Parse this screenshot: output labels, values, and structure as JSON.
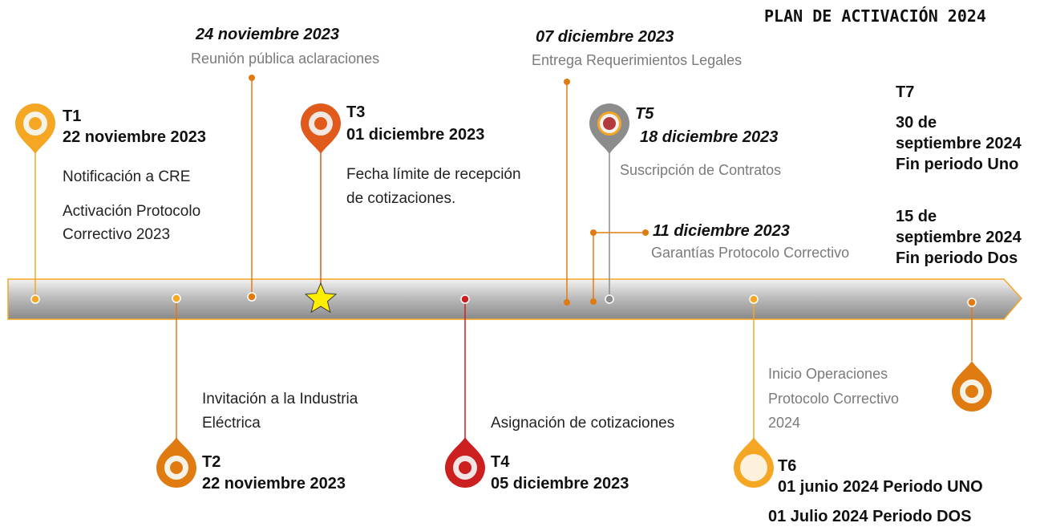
{
  "title": "PLAN DE ACTIVACIÓN 2024",
  "milestones": {
    "t1": {
      "code": "T1",
      "date": "22 noviembre 2023",
      "desc1": "Notificación a CRE",
      "desc2": "Activación Protocolo",
      "desc3": "Correctivo 2023"
    },
    "t2": {
      "code": "T2",
      "date": "22 noviembre 2023",
      "desc1": "Invitación a la Industria",
      "desc2": "Eléctrica"
    },
    "t3": {
      "code": "T3",
      "date": "01 diciembre 2023",
      "desc1": "Fecha límite de recepción",
      "desc2": "de cotizaciones."
    },
    "t4": {
      "code": "T4",
      "date": "05 diciembre 2023",
      "desc1": "Asignación de cotizaciones"
    },
    "t5": {
      "code": "T5",
      "date": "18 diciembre 2023",
      "desc1": "Suscripción de Contratos"
    },
    "t6": {
      "code": "T6",
      "line1": "01 junio 2024 Periodo UNO",
      "line2": "01 Julio 2024 Periodo DOS",
      "desc1": "Inicio Operaciones",
      "desc2": "Protocolo Correctivo",
      "desc3": "2024"
    },
    "t7": {
      "code": "T7",
      "a1": "30 de",
      "a2": "septiembre 2024",
      "a3": "Fin periodo Uno",
      "b1": "15 de",
      "b2": "septiembre 2024",
      "b3": "Fin periodo Dos"
    }
  },
  "events": {
    "nov24": {
      "date": "24 noviembre 2023",
      "desc": "Reunión pública aclaraciones"
    },
    "dec07": {
      "date": "07 diciembre 2023",
      "desc": "Entrega Requerimientos Legales"
    },
    "dec11": {
      "date": "11 diciembre  2023",
      "desc": "Garantías Protocolo Correctivo"
    }
  },
  "colors": {
    "orange": "#f5a623",
    "dark_orange": "#e07b12",
    "red_orange": "#e05a1c",
    "red": "#cc1f1f",
    "gray": "#8c8c8c",
    "star": "#ffee00"
  }
}
